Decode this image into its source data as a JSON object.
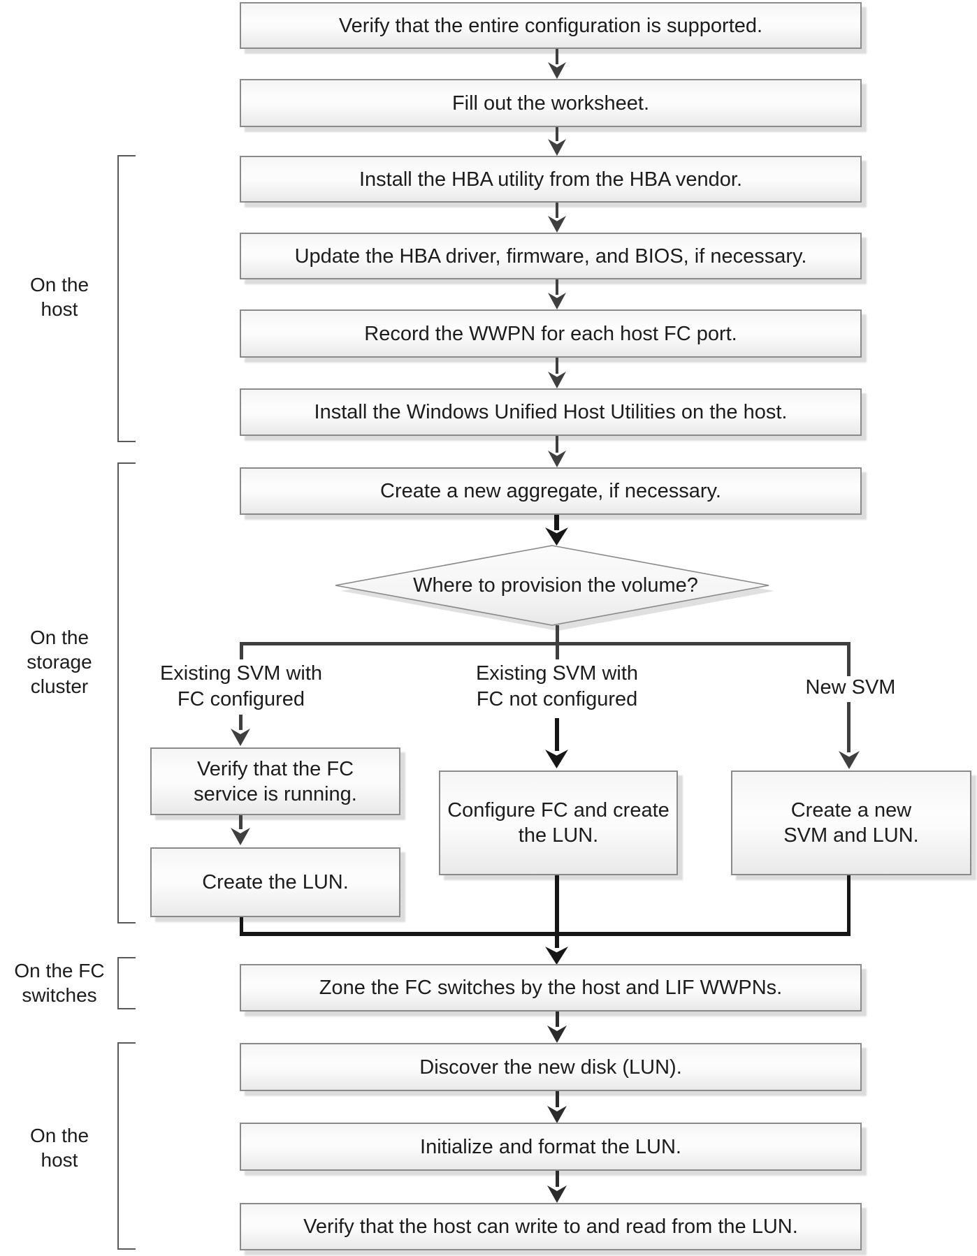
{
  "colors": {
    "box_border": "#8a8a8a",
    "box_fill_top": "#f5f5f5",
    "box_fill_bottom": "#e9e9e9",
    "box_shadow": "#dcdcdc",
    "connector": "#3f3f3f",
    "connector_dark": "#161616",
    "bracket": "#595959",
    "text": "#1c1c1c"
  },
  "side_labels": [
    {
      "lines": [
        "On the",
        "host"
      ]
    },
    {
      "lines": [
        "On the",
        "storage",
        "cluster"
      ]
    },
    {
      "lines": [
        "On the FC",
        "switches"
      ]
    },
    {
      "lines": [
        "On the",
        "host"
      ]
    }
  ],
  "steps": [
    "Verify that the entire configuration is supported.",
    "Fill out the worksheet.",
    "Install the HBA utility from the HBA vendor.",
    "Update the HBA driver, firmware, and BIOS, if necessary.",
    "Record the WWPN for each host FC port.",
    "Install the Windows Unified Host Utilities on the host.",
    "Create a new aggregate, if necessary."
  ],
  "decision": {
    "question": "Where to provision the volume?"
  },
  "branches": [
    {
      "label_lines": [
        "Existing SVM with",
        "FC configured"
      ],
      "steps": [
        {
          "lines": [
            "Verify that the FC",
            "service is running."
          ]
        },
        {
          "lines": [
            "Create the LUN."
          ]
        }
      ]
    },
    {
      "label_lines": [
        "Existing SVM with",
        "FC not configured"
      ],
      "steps": [
        {
          "lines": [
            "Configure FC and create",
            "the LUN."
          ]
        }
      ]
    },
    {
      "label_lines": [
        "New SVM"
      ],
      "steps": [
        {
          "lines": [
            "Create a new",
            "SVM and LUN."
          ]
        }
      ]
    }
  ],
  "final_steps": [
    "Zone the FC switches by the host and LIF WWPNs.",
    "Discover the new disk (LUN).",
    "Initialize and format the LUN.",
    "Verify that the host can write to and read from the LUN."
  ]
}
